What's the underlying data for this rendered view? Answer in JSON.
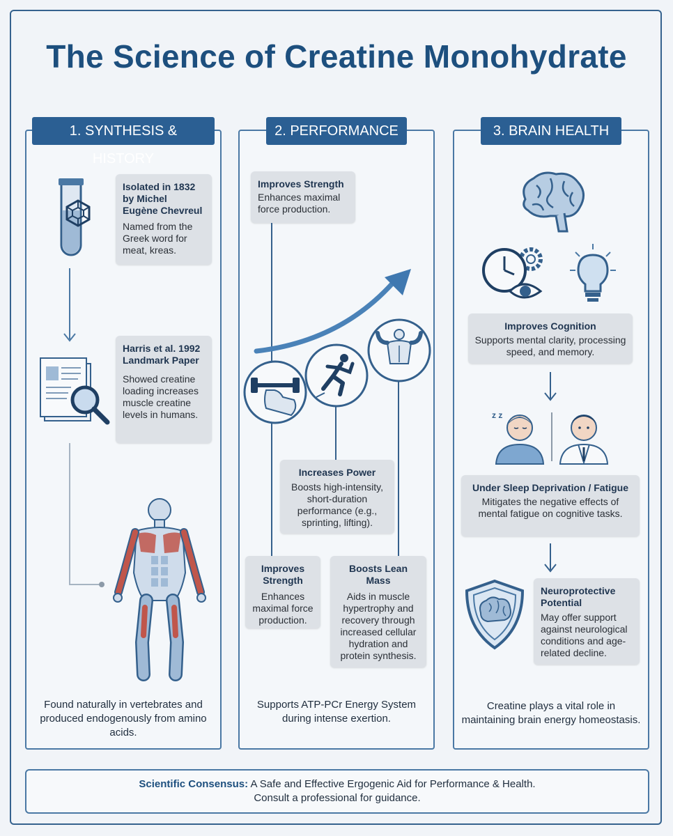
{
  "title": "The Science of Creatine Monohydrate",
  "columns": [
    {
      "header": "1. SYNTHESIS & HISTORY",
      "cards": [
        {
          "heading": "Isolated in 1832 by Michel Eugène Chevreul",
          "body": "Named from the Greek word for meat, kreas."
        },
        {
          "heading": "Harris et al. 1992 Landmark Paper",
          "body": "Showed creatine loading increases muscle creatine levels in humans."
        }
      ],
      "footer": "Found naturally in vertebrates and produced endogenously from amino acids."
    },
    {
      "header": "2. PERFORMANCE",
      "cards": [
        {
          "heading": "Improves Strength",
          "body": "Enhances maximal force production."
        },
        {
          "heading": "Increases Power",
          "body": "Boosts high-intensity, short-duration performance (e.g., sprinting, lifting)."
        },
        {
          "heading": "Improves Strength",
          "body": "Enhances maximal force production."
        },
        {
          "heading": "Boosts Lean Mass",
          "body": "Aids in muscle hypertrophy and recovery through increased cellular hydration and protein synthesis."
        }
      ],
      "footer": "Supports ATP-PCr Energy System during intense exertion."
    },
    {
      "header": "3. BRAIN HEALTH",
      "cards": [
        {
          "heading": "Improves Cognition",
          "body": "Supports mental clarity, processing speed, and memory."
        },
        {
          "heading": "Under Sleep Deprivation / Fatigue",
          "body": "Mitigates the negative effects of mental fatigue on cognitive tasks."
        },
        {
          "heading": "Neuroprotective Potential",
          "body": "May offer support against neurological conditions and age-related decline."
        }
      ],
      "footer": "Creatine plays a vital role in maintaining brain energy homeostasis."
    }
  ],
  "consensus": {
    "label": "Scientific Consensus:",
    "text": " A Safe and Effective Ergogenic Aid for Performance & Health.",
    "line2": "Consult a professional for guidance."
  },
  "icons": [
    "test-tube-icon",
    "document-magnifier-icon",
    "human-anatomy-icon",
    "dumbbell-arm-icon",
    "sprinter-icon",
    "bodybuilder-icon",
    "brain-icon",
    "clock-gear-eye-icon",
    "lightbulb-icon",
    "tired-person-icon",
    "alert-person-icon",
    "shield-brain-icon"
  ],
  "colors": {
    "primary": "#2b5f93",
    "title": "#1d4f7e",
    "card": "#dde1e6",
    "muscle": "#c0564b"
  }
}
